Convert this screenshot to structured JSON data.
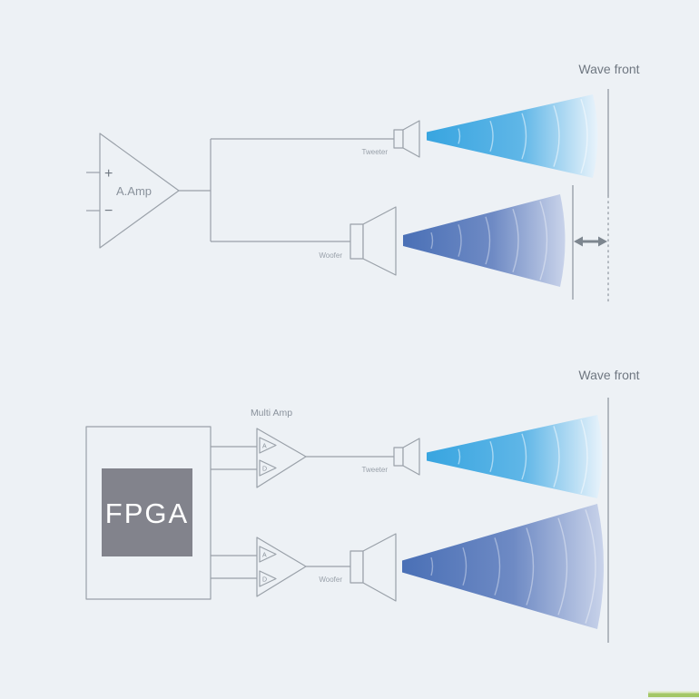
{
  "colors": {
    "background": "#edf1f5",
    "line_gray": "#9aa1a9",
    "label_gray": "#8a929c",
    "title_gray": "#6f7781",
    "fpga_fill": "#82838c",
    "fpga_text": "#ffffff",
    "arrow_gray": "#7d868f",
    "tweeter_blue_start": "#38a5e0",
    "tweeter_blue_mid": "#5fb6e7",
    "tweeter_blue_end": "#e9f3fb",
    "woofer_blue_start": "#4a70b6",
    "woofer_blue_mid": "#6e8ac4",
    "woofer_blue_end": "#c9d3ea",
    "accent_green": "#a4c768",
    "accent_green_light": "#dce8c0"
  },
  "top_diagram": {
    "amp_label": "A.Amp",
    "plus_label": "+",
    "minus_label": "−",
    "tweeter_label": "Tweeter",
    "woofer_label": "Woofer",
    "wave_front_label": "Wave front"
  },
  "bottom_diagram": {
    "fpga_label": "FPGA",
    "multi_amp_label": "Multi Amp",
    "amp_channel_a": "A",
    "amp_channel_d": "D",
    "tweeter_label": "Tweeter",
    "woofer_label": "Woofer",
    "wave_front_label": "Wave front"
  }
}
